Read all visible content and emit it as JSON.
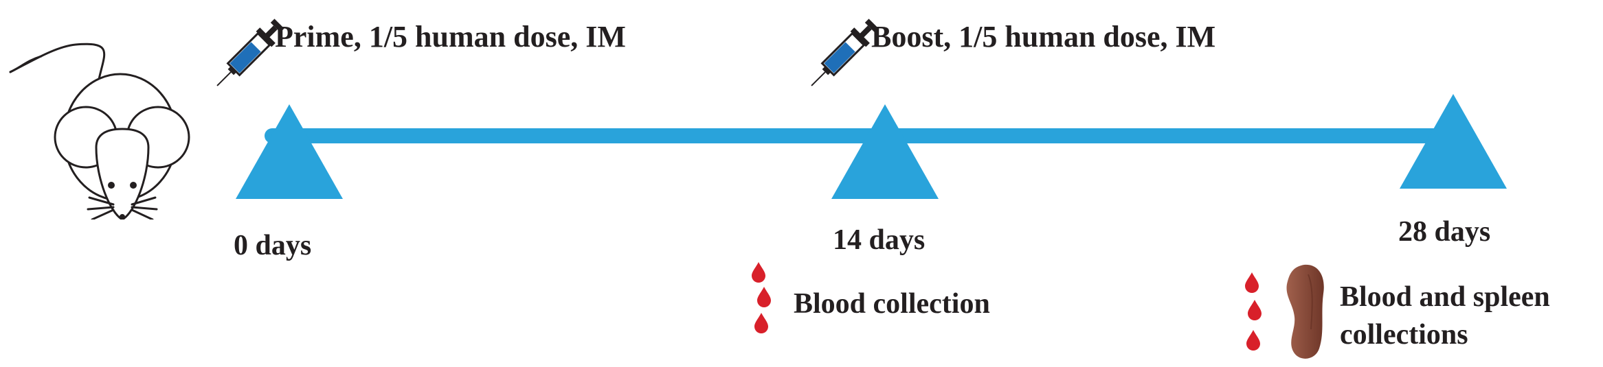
{
  "colors": {
    "timeline": "#29a3db",
    "blood": "#d8202a",
    "spleen": "#8a4a3a",
    "syringe_liquid": "#1f6fb8",
    "text": "#231f20"
  },
  "icons": [
    "mouse-icon",
    "syringe-icon",
    "blood-drops-icon",
    "spleen-icon"
  ],
  "events": {
    "prime_label": "Prime, 1/5 human dose, IM",
    "boost_label": "Boost, 1/5 human dose, IM"
  },
  "timepoints": [
    {
      "label": "0 days"
    },
    {
      "label": "14 days"
    },
    {
      "label": "28 days"
    }
  ],
  "collections": {
    "day14": "Blood collection",
    "day28_line1": "Blood and spleen",
    "day28_line2": "collections"
  }
}
